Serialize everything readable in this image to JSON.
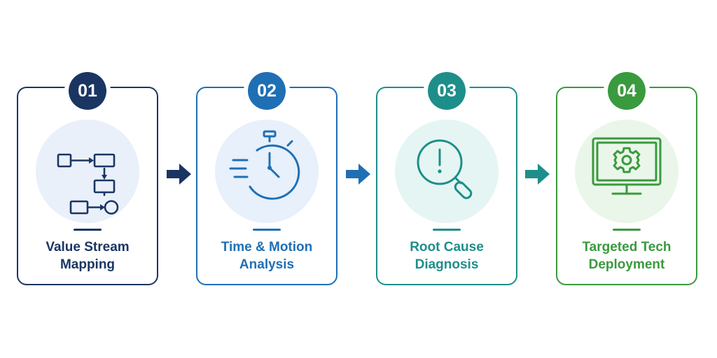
{
  "steps": [
    {
      "number": "01",
      "title_line1": "Value Stream",
      "title_line2": "Mapping",
      "icon": "flowchart-icon",
      "color": "#1b3563"
    },
    {
      "number": "02",
      "title_line1": "Time & Motion",
      "title_line2": "Analysis",
      "icon": "stopwatch-icon",
      "color": "#1f6fb5"
    },
    {
      "number": "03",
      "title_line1": "Root Cause",
      "title_line2": "Diagnosis",
      "icon": "magnifier-alert-icon",
      "color": "#1e8e8a"
    },
    {
      "number": "04",
      "title_line1": "Targeted Tech",
      "title_line2": "Deployment",
      "icon": "monitor-gear-icon",
      "color": "#3a9a3e"
    }
  ],
  "connectors": [
    {
      "icon": "arrow-right-icon",
      "color": "#1b3563"
    },
    {
      "icon": "arrow-right-icon",
      "color": "#1f6fb5"
    },
    {
      "icon": "arrow-right-icon",
      "color": "#1e8e8a"
    }
  ]
}
